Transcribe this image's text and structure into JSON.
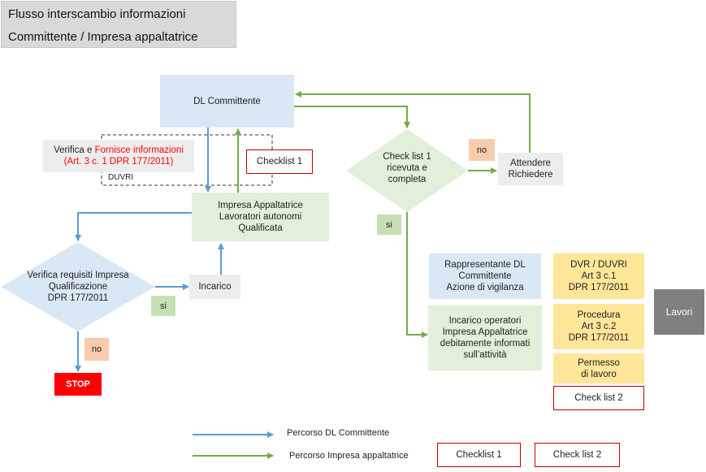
{
  "header": {
    "line1": "Flusso interscambio informazioni",
    "line2": "Committente / Impresa appaltatrice"
  },
  "nodes": {
    "dl_committente": "DL Committente",
    "verifica_fornisce_prefix": "Verifica e ",
    "verifica_fornisce_red": "Fornisce informazioni",
    "verifica_fornisce_line2": "(Art. 3 c. 1 DPR 177/2011)",
    "duvri": "DUVRI",
    "checklist1_box": "Checklist 1",
    "impresa": "Impresa Appaltatrice\nLavoratori autonomi\nQualificata",
    "verifica_requisiti": "Verifica requisiti Impresa\nQualificazione\nDPR 177/2011",
    "incarico": "Incarico",
    "si_left": "si",
    "no_left": "no",
    "stop": "STOP",
    "checklist_decision": "Check list 1\nricevuta e\ncompleta",
    "no_right": "no",
    "attendere": "Attendere\nRichiedere",
    "si_right": "si",
    "rappresentante": "Rappresentante DL\nCommittente\nAzione di vigilanza",
    "incarico_operatori": "Incarico operatori\nImpresa Appaltatrice\ndebitamente informati\nsull’attività",
    "dvr_duvri": "DVR / DUVRI\nArt 3 c.1\nDPR 177/2011",
    "procedura": "Procedura\nArt 3 c.2\nDPR 177/2011",
    "permesso": "Permesso\ndi lavoro",
    "checklist2_box": "Check list 2",
    "lavori": "Lavori"
  },
  "legend": {
    "blue_label": "Percorso DL Committente",
    "green_label": "Percorso Impresa appaltatrice",
    "checklist1": "Checklist 1",
    "checklist2": "Check list 2"
  },
  "colors": {
    "blue_arrow": "#5b9bd5",
    "green_arrow": "#70ad47",
    "stop": "#ff0000",
    "lavori": "#7f7f7f"
  }
}
